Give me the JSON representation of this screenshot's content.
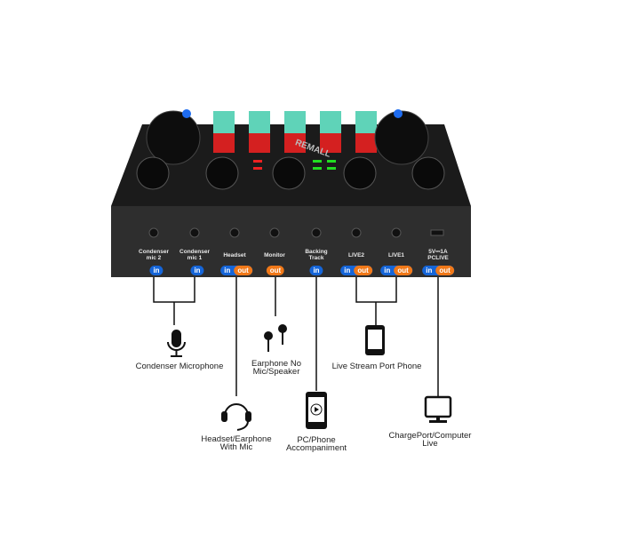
{
  "brand": "REMALL",
  "colors": {
    "in": "#1565d8",
    "out": "#f07818",
    "body": "#2a2a2a"
  },
  "ports": [
    {
      "label": "Condenser\nmic 2",
      "badges": [
        "in"
      ]
    },
    {
      "label": "Condenser\nmic 1",
      "badges": [
        "in"
      ]
    },
    {
      "label": "Headset",
      "badges": [
        "in",
        "out"
      ]
    },
    {
      "label": "Monitor",
      "badges": [
        "out"
      ]
    },
    {
      "label": "Backing\nTrack",
      "badges": [
        "in"
      ]
    },
    {
      "label": "LIVE2",
      "badges": [
        "in",
        "out"
      ]
    },
    {
      "label": "LIVE1",
      "badges": [
        "in",
        "out"
      ]
    },
    {
      "label": "5V⎓1A\nPCLIVE",
      "badges": [
        "in",
        "out"
      ]
    }
  ],
  "devices": {
    "mic": "Condenser Microphone",
    "earphone": "Earphone No\nMic/Speaker",
    "phone": "Live Stream Port Phone",
    "headset": "Headset/Earphone\nWith Mic",
    "pcphone": "PC/Phone\nAccompaniment",
    "computer": "ChargePort/Computer\nLive"
  }
}
